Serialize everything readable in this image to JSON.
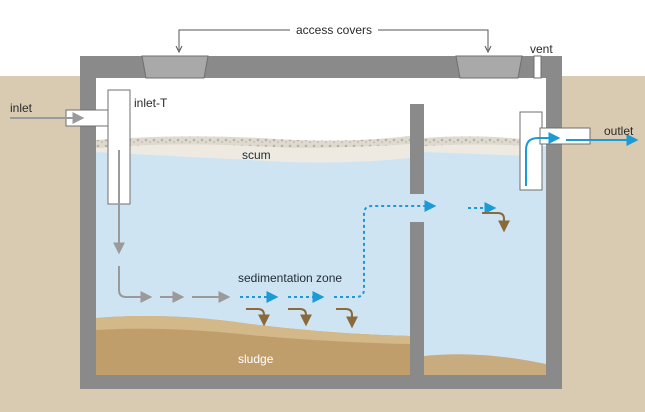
{
  "labels": {
    "access_covers": "access covers",
    "vent": "vent",
    "inlet": "inlet",
    "inlet_t": "inlet-T",
    "outlet": "outlet",
    "scum": "scum",
    "sedimentation_zone": "sedimentation zone",
    "sludge": "sludge"
  },
  "colors": {
    "soil": "#d9cbb2",
    "tank_wall": "#8a8a8a",
    "water": "#cfe4f2",
    "scum": "#e9e5db",
    "sludge": "#bf9e6c",
    "flow_arrow_clear": "#1b9ad6",
    "flow_arrow_dirty": "#9a9a9a",
    "settling_arrow": "#8a6a3a",
    "outlet_arrow": "#1b9ad6"
  }
}
